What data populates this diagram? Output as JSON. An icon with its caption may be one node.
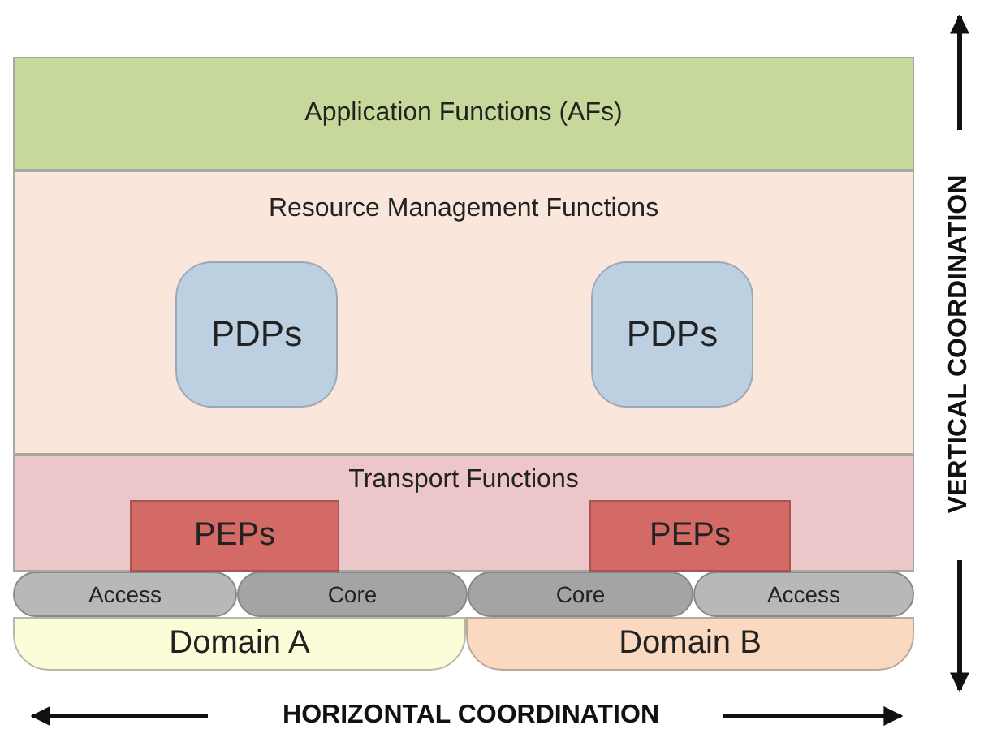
{
  "diagram": {
    "nodes": [
      {
        "text": [
          "Domain A"
        ]
      },
      {
        "text": [
          "Domain B"
        ]
      },
      {
        "text": [
          "Application Functions (AFs)"
        ]
      },
      {
        "text": [
          "Resource Management Functions"
        ]
      },
      {
        "text": [
          "PDPs"
        ],
        "in": 3
      },
      {
        "text": [
          "PDPs"
        ],
        "in": 3
      },
      {
        "text": [
          "Transport Functions"
        ]
      },
      {
        "text": [
          "PEPs"
        ],
        "in": 6
      },
      {
        "text": [
          "PEPs"
        ],
        "in": 6
      },
      {
        "text": [
          "Access"
        ]
      },
      {
        "text": [
          "Core"
        ]
      },
      {
        "text": [
          "Core"
        ]
      },
      {
        "text": [
          "Access"
        ]
      }
    ],
    "edges": [],
    "labels": [
      "HORIZONTAL COORDINATION",
      "VERTICAL COORDINATION"
    ]
  }
}
